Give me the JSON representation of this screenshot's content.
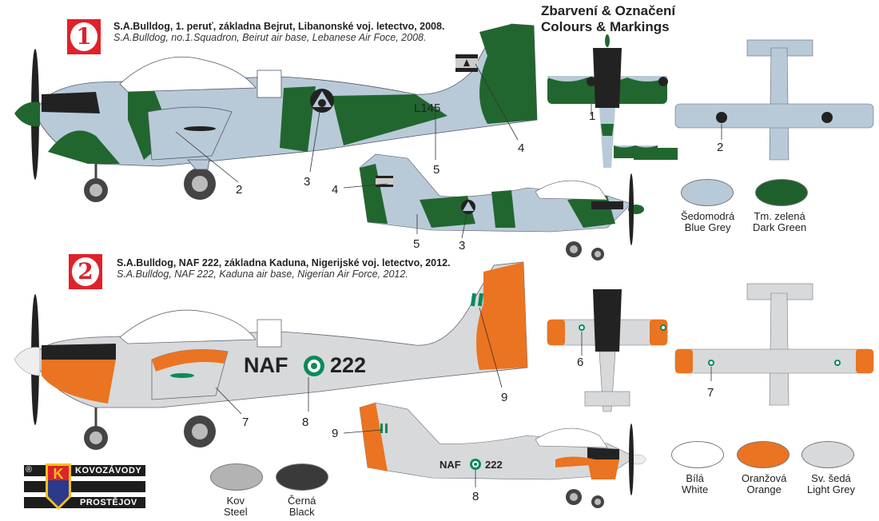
{
  "heading": {
    "line1": "Zbarvení & Označení",
    "line2": "Colours & Markings"
  },
  "schemes": [
    {
      "number": "1",
      "title_cz": "S.A.Bulldog, 1. peruť, základna Bejrut, Libanonské voj. letectvo, 2008.",
      "title_en": "S.A.Bulldog, no.1.Squadron, Beirut air base, Lebanese Air Foce, 2008.",
      "serial": "L145",
      "colors": {
        "body": "#b8cad8",
        "camo": "#22662f",
        "cowl": "#222222"
      },
      "callouts": [
        "1",
        "2",
        "3",
        "4",
        "5"
      ]
    },
    {
      "number": "2",
      "title_cz": "S.A.Bulldog, NAF 222, základna Kaduna, Nigerijské voj. letectvo, 2012.",
      "title_en": "S.A.Bulldog, NAF 222,  Kaduna air base, Nigerian Air Force, 2012.",
      "serial_prefix": "NAF",
      "serial_number": "222",
      "colors": {
        "body": "#d8d9db",
        "accent": "#ea7421",
        "cowl": "#222222",
        "roundel": "#0a8a5a"
      },
      "callouts": [
        "6",
        "7",
        "8",
        "9"
      ]
    }
  ],
  "callout_labels": {
    "c1": "1",
    "c2a": "2",
    "c2b": "2",
    "c3a": "3",
    "c3b": "3",
    "c4a": "4",
    "c4b": "4",
    "c5a": "5",
    "c5b": "5",
    "c6": "6",
    "c7a": "7",
    "c7b": "7",
    "c8a": "8",
    "c8b": "8",
    "c9a": "9",
    "c9b": "9"
  },
  "swatches": [
    {
      "cz": "Šedomodrá",
      "en": "Blue Grey",
      "color": "#b8cad8"
    },
    {
      "cz": "Tm. zelená",
      "en": "Dark Green",
      "color": "#1f5f2c"
    },
    {
      "cz": "Bílá",
      "en": "White",
      "color": "#ffffff"
    },
    {
      "cz": "Oranžová",
      "en": "Orange",
      "color": "#ea7421"
    },
    {
      "cz": "Sv. šedá",
      "en": "Light Grey",
      "color": "#d8d9db"
    },
    {
      "cz": "Kov",
      "en": "Steel",
      "color": "#b3b3b3"
    },
    {
      "cz": "Černá",
      "en": "Black",
      "color": "#3a3a3a"
    }
  ],
  "logo": {
    "registered": "®",
    "line1": "KOVOZÁVODY",
    "line2": "PROSTĚJOV",
    "letter": "K"
  }
}
